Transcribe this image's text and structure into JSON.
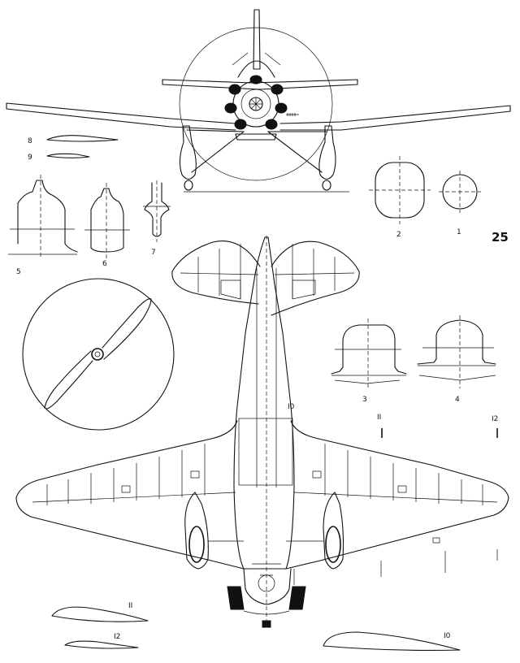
{
  "page_number": "25",
  "labels": {
    "s1": "1",
    "s2": "2",
    "s3": "3",
    "s4": "4",
    "s5": "5",
    "s6": "6",
    "s7": "7",
    "s8": "8",
    "s9": "9",
    "s10": "I0",
    "s11": "II",
    "s12": "I2"
  }
}
